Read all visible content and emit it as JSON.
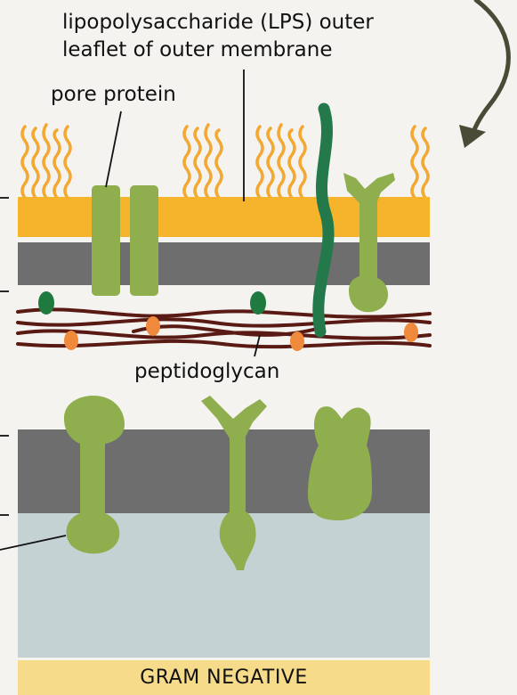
{
  "labels": {
    "lps_line1": "lipopolysaccharide (LPS) outer",
    "lps_line2": "leaflet of outer membrane",
    "pore_protein": "pore protein",
    "peptidoglycan": "peptidoglycan"
  },
  "footer": {
    "title": "GRAM NEGATIVE"
  },
  "colors": {
    "page_background": "#f4f3ef",
    "lps_leaflet": "#f5b42c",
    "lps_chains": "#f2a832",
    "inner_leaflet": "#6e6e6e",
    "protein": "#8fae4e",
    "transmembrane_protein": "#23794a",
    "lipoprotein_anchor": "#1f7a3f",
    "peptidoglycan_strands": "#5a1a14",
    "crosslinks": "#ef8a3c",
    "cytoplasm": "#c4d2d4",
    "footer_bar": "#f6dc8a",
    "arrow": "#4a4a36"
  },
  "icons": {
    "arrow": "curved-arrow-icon"
  }
}
